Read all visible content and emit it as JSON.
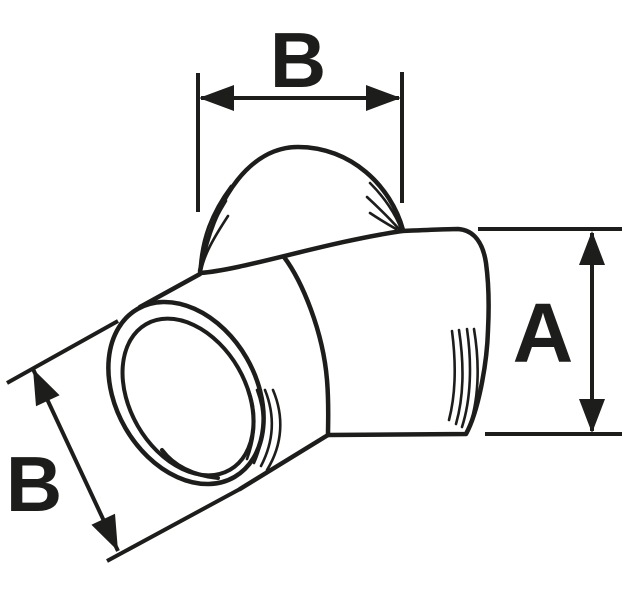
{
  "figure": {
    "subject": "y-pipe-fitting",
    "type": "technical-line-drawing",
    "colors": {
      "line": "#1d1d1b",
      "background": "#ffffff"
    },
    "labels": {
      "top_width": "B",
      "right_height": "A",
      "left_diameter": "B"
    }
  }
}
